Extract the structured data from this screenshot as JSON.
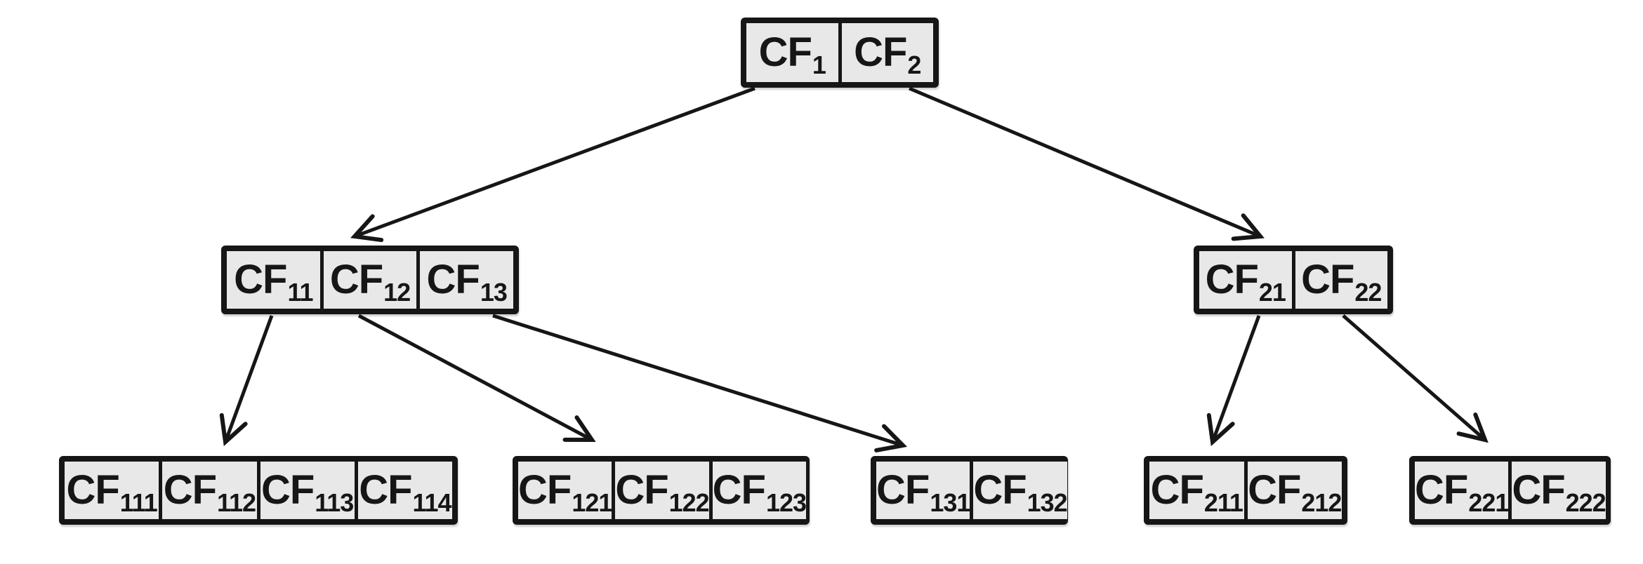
{
  "diagram_type": "cf-tree",
  "colors": {
    "background": "#ffffff",
    "node_border": "#161616",
    "cell_fill": "#e8e8e8",
    "text": "#161616",
    "arrow": "#161616"
  },
  "nodes": [
    {
      "id": "root",
      "level": "root",
      "cells": [
        {
          "base": "CF",
          "sub": "1"
        },
        {
          "base": "CF",
          "sub": "2"
        }
      ]
    },
    {
      "id": "int1",
      "level": "internal",
      "cells": [
        {
          "base": "CF",
          "sub": "11"
        },
        {
          "base": "CF",
          "sub": "12"
        },
        {
          "base": "CF",
          "sub": "13"
        }
      ]
    },
    {
      "id": "int2",
      "level": "internal",
      "cells": [
        {
          "base": "CF",
          "sub": "21"
        },
        {
          "base": "CF",
          "sub": "22"
        }
      ]
    },
    {
      "id": "leaf11",
      "level": "leaf",
      "cells": [
        {
          "base": "CF",
          "sub": "111"
        },
        {
          "base": "CF",
          "sub": "112"
        },
        {
          "base": "CF",
          "sub": "113"
        },
        {
          "base": "CF",
          "sub": "114"
        }
      ]
    },
    {
      "id": "leaf12",
      "level": "leaf",
      "cells": [
        {
          "base": "CF",
          "sub": "121"
        },
        {
          "base": "CF",
          "sub": "122"
        },
        {
          "base": "CF",
          "sub": "123"
        }
      ]
    },
    {
      "id": "leaf13",
      "level": "leaf",
      "cells": [
        {
          "base": "CF",
          "sub": "131"
        },
        {
          "base": "CF",
          "sub": "132"
        }
      ]
    },
    {
      "id": "leaf21",
      "level": "leaf",
      "cells": [
        {
          "base": "CF",
          "sub": "211"
        },
        {
          "base": "CF",
          "sub": "212"
        }
      ]
    },
    {
      "id": "leaf22",
      "level": "leaf",
      "cells": [
        {
          "base": "CF",
          "sub": "221"
        },
        {
          "base": "CF",
          "sub": "222"
        }
      ]
    }
  ],
  "edges": [
    {
      "from_entry": "CF1",
      "from_node": "root",
      "to_node": "int1"
    },
    {
      "from_entry": "CF2",
      "from_node": "root",
      "to_node": "int2"
    },
    {
      "from_entry": "CF11",
      "from_node": "int1",
      "to_node": "leaf11"
    },
    {
      "from_entry": "CF12",
      "from_node": "int1",
      "to_node": "leaf12"
    },
    {
      "from_entry": "CF13",
      "from_node": "int1",
      "to_node": "leaf13"
    },
    {
      "from_entry": "CF21",
      "from_node": "int2",
      "to_node": "leaf21"
    },
    {
      "from_entry": "CF22",
      "from_node": "int2",
      "to_node": "leaf22"
    }
  ]
}
